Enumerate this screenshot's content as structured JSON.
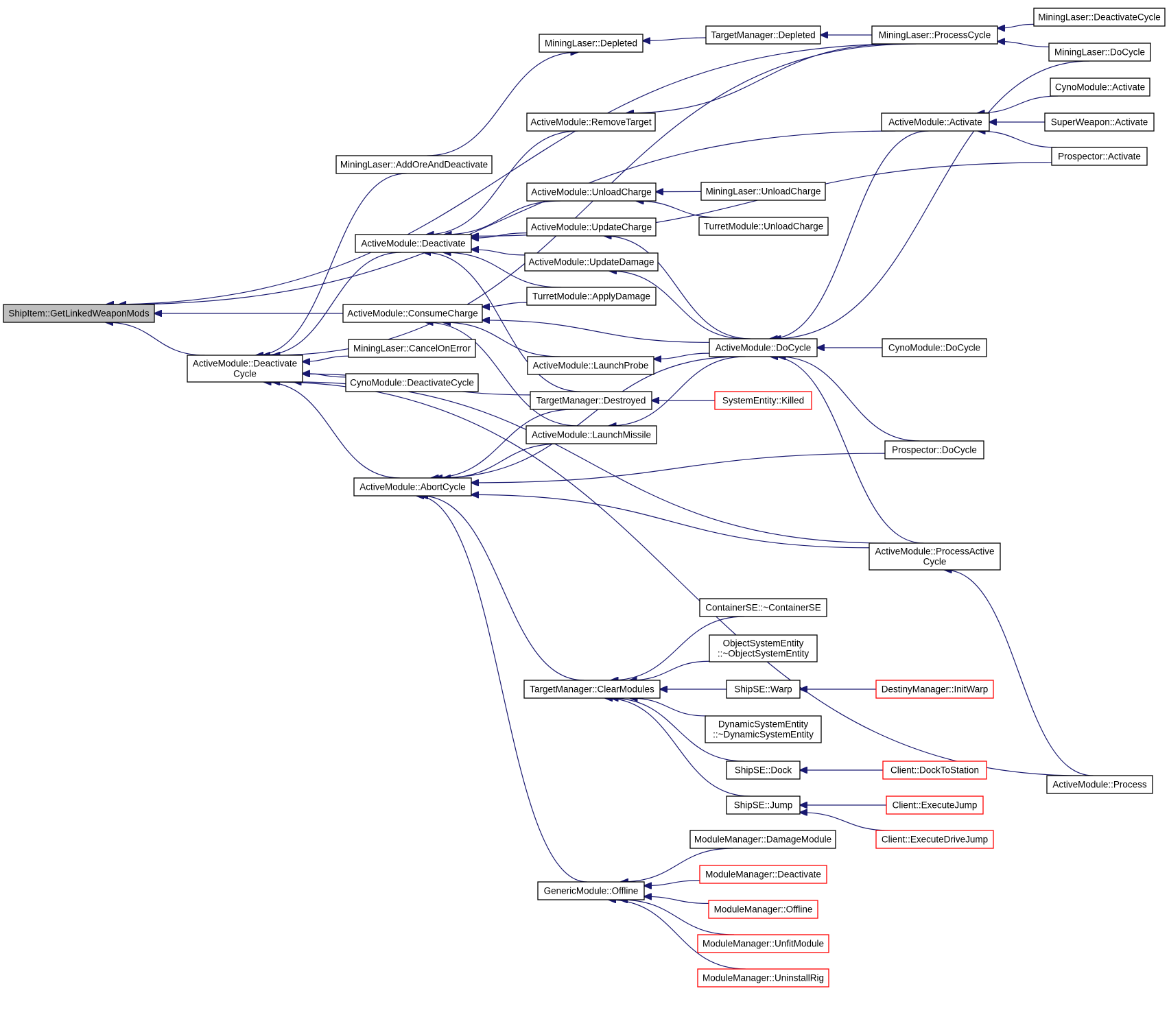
{
  "diagram": {
    "colors": {
      "edge": "#191970",
      "node_border": "#000000",
      "truncated_border": "#ff0000",
      "root_fill": "#bfbfbf"
    },
    "nodes": {
      "root": {
        "lines": [
          "ShipItem::GetLinkedWeaponMods"
        ],
        "style": "root"
      },
      "adc": {
        "lines": [
          "ActiveModule::Deactivate",
          "Cycle"
        ]
      },
      "mlDep": {
        "lines": [
          "MiningLaser::Depleted"
        ]
      },
      "mlAOD": {
        "lines": [
          "MiningLaser::AddOreAndDeactivate"
        ]
      },
      "amDeac": {
        "lines": [
          "ActiveModule::Deactivate"
        ]
      },
      "amCC": {
        "lines": [
          "ActiveModule::ConsumeCharge"
        ]
      },
      "mlCOE": {
        "lines": [
          "MiningLaser::CancelOnError"
        ]
      },
      "cmDC": {
        "lines": [
          "CynoModule::DeactivateCycle"
        ]
      },
      "amAC": {
        "lines": [
          "ActiveModule::AbortCycle"
        ]
      },
      "amRT": {
        "lines": [
          "ActiveModule::RemoveTarget"
        ]
      },
      "amUC": {
        "lines": [
          "ActiveModule::UnloadCharge"
        ]
      },
      "amUpC": {
        "lines": [
          "ActiveModule::UpdateCharge"
        ]
      },
      "amUD": {
        "lines": [
          "ActiveModule::UpdateDamage"
        ]
      },
      "tmAD": {
        "lines": [
          "TurretModule::ApplyDamage"
        ]
      },
      "amLP": {
        "lines": [
          "ActiveModule::LaunchProbe"
        ]
      },
      "tgDes": {
        "lines": [
          "TargetManager::Destroyed"
        ]
      },
      "amLM": {
        "lines": [
          "ActiveModule::LaunchMissile"
        ]
      },
      "tgCM": {
        "lines": [
          "TargetManager::ClearModules"
        ]
      },
      "gmOff": {
        "lines": [
          "GenericModule::Offline"
        ]
      },
      "tgDep": {
        "lines": [
          "TargetManager::Depleted"
        ]
      },
      "mlULC": {
        "lines": [
          "MiningLaser::UnloadCharge"
        ]
      },
      "tmULC": {
        "lines": [
          "TurretModule::UnloadCharge"
        ]
      },
      "amDoC": {
        "lines": [
          "ActiveModule::DoCycle"
        ]
      },
      "seKill": {
        "lines": [
          "SystemEntity::Killed"
        ],
        "style": "truncated"
      },
      "cseD": {
        "lines": [
          "ContainerSE::~ContainerSE"
        ]
      },
      "oseD": {
        "lines": [
          "ObjectSystemEntity",
          "::~ObjectSystemEntity"
        ]
      },
      "sseW": {
        "lines": [
          "ShipSE::Warp"
        ]
      },
      "dseD": {
        "lines": [
          "DynamicSystemEntity",
          "::~DynamicSystemEntity"
        ]
      },
      "sseDock": {
        "lines": [
          "ShipSE::Dock"
        ]
      },
      "sseJump": {
        "lines": [
          "ShipSE::Jump"
        ]
      },
      "mmDM": {
        "lines": [
          "ModuleManager::DamageModule"
        ]
      },
      "mmDeac": {
        "lines": [
          "ModuleManager::Deactivate"
        ],
        "style": "truncated"
      },
      "mmOff": {
        "lines": [
          "ModuleManager::Offline"
        ],
        "style": "truncated"
      },
      "mmUM": {
        "lines": [
          "ModuleManager::UnfitModule"
        ],
        "style": "truncated"
      },
      "mmUR": {
        "lines": [
          "ModuleManager::UninstallRig"
        ],
        "style": "truncated"
      },
      "mlPC": {
        "lines": [
          "MiningLaser::ProcessCycle"
        ]
      },
      "amAct": {
        "lines": [
          "ActiveModule::Activate"
        ]
      },
      "cymDoC": {
        "lines": [
          "CynoModule::DoCycle"
        ]
      },
      "prDoC": {
        "lines": [
          "Prospector::DoCycle"
        ]
      },
      "amPAC": {
        "lines": [
          "ActiveModule::ProcessActive",
          "Cycle"
        ]
      },
      "dmIW": {
        "lines": [
          "DestinyManager::InitWarp"
        ],
        "style": "truncated"
      },
      "clDTS": {
        "lines": [
          "Client::DockToStation"
        ],
        "style": "truncated"
      },
      "clEJ": {
        "lines": [
          "Client::ExecuteJump"
        ],
        "style": "truncated"
      },
      "clEDJ": {
        "lines": [
          "Client::ExecuteDriveJump"
        ],
        "style": "truncated"
      },
      "amProc": {
        "lines": [
          "ActiveModule::Process"
        ]
      },
      "mlDC": {
        "lines": [
          "MiningLaser::DeactivateCycle"
        ]
      },
      "mlDoC": {
        "lines": [
          "MiningLaser::DoCycle"
        ]
      },
      "cymAct": {
        "lines": [
          "CynoModule::Activate"
        ]
      },
      "swAct": {
        "lines": [
          "SuperWeapon::Activate"
        ]
      },
      "prAct": {
        "lines": [
          "Prospector::Activate"
        ]
      }
    },
    "edges": [
      [
        "root",
        "adc"
      ],
      [
        "root",
        "amCC"
      ],
      [
        "root",
        "amAct"
      ],
      [
        "root",
        "mlPC"
      ],
      [
        "adc",
        "amDeac"
      ],
      [
        "adc",
        "mlAOD"
      ],
      [
        "adc",
        "mlCOE"
      ],
      [
        "adc",
        "cmDC"
      ],
      [
        "adc",
        "amAC"
      ],
      [
        "adc",
        "tgDes"
      ],
      [
        "adc",
        "amPAC"
      ],
      [
        "adc",
        "amProc"
      ],
      [
        "adc",
        "mlPC"
      ],
      [
        "mlDep",
        "mlAOD"
      ],
      [
        "mlDep",
        "tgDep"
      ],
      [
        "amDeac",
        "amRT"
      ],
      [
        "amDeac",
        "amUC"
      ],
      [
        "amDeac",
        "amUpC"
      ],
      [
        "amDeac",
        "amUD"
      ],
      [
        "amDeac",
        "tmAD"
      ],
      [
        "amDeac",
        "tgDes"
      ],
      [
        "amDeac",
        "prAct"
      ],
      [
        "amCC",
        "tmAD"
      ],
      [
        "amCC",
        "amLP"
      ],
      [
        "amCC",
        "amDoC"
      ],
      [
        "amCC",
        "amLM"
      ],
      [
        "amAC",
        "tgDes"
      ],
      [
        "amAC",
        "amLM"
      ],
      [
        "amAC",
        "amDoC"
      ],
      [
        "amAC",
        "prDoC"
      ],
      [
        "amAC",
        "amPAC"
      ],
      [
        "amAC",
        "tgCM"
      ],
      [
        "amAC",
        "gmOff"
      ],
      [
        "tgDep",
        "mlPC"
      ],
      [
        "mlPC",
        "mlDC"
      ],
      [
        "mlPC",
        "mlDoC"
      ],
      [
        "amRT",
        "mlPC"
      ],
      [
        "amUC",
        "mlULC"
      ],
      [
        "amUC",
        "tmULC"
      ],
      [
        "amUpC",
        "amDoC"
      ],
      [
        "amUD",
        "amDoC"
      ],
      [
        "amLP",
        "amDoC"
      ],
      [
        "amLM",
        "amDoC"
      ],
      [
        "tgDes",
        "seKill"
      ],
      [
        "amDoC",
        "mlDoC"
      ],
      [
        "amDoC",
        "amAct"
      ],
      [
        "amDoC",
        "cymDoC"
      ],
      [
        "amDoC",
        "prDoC"
      ],
      [
        "amDoC",
        "amPAC"
      ],
      [
        "amAct",
        "cymAct"
      ],
      [
        "amAct",
        "swAct"
      ],
      [
        "amAct",
        "prAct"
      ],
      [
        "amPAC",
        "amProc"
      ],
      [
        "tgCM",
        "cseD"
      ],
      [
        "tgCM",
        "oseD"
      ],
      [
        "tgCM",
        "sseW"
      ],
      [
        "tgCM",
        "dseD"
      ],
      [
        "tgCM",
        "sseDock"
      ],
      [
        "tgCM",
        "sseJump"
      ],
      [
        "sseW",
        "dmIW"
      ],
      [
        "sseDock",
        "clDTS"
      ],
      [
        "sseJump",
        "clEJ"
      ],
      [
        "sseJump",
        "clEDJ"
      ],
      [
        "gmOff",
        "mmDM"
      ],
      [
        "gmOff",
        "mmDeac"
      ],
      [
        "gmOff",
        "mmOff"
      ],
      [
        "gmOff",
        "mmUM"
      ],
      [
        "gmOff",
        "mmUR"
      ]
    ]
  }
}
